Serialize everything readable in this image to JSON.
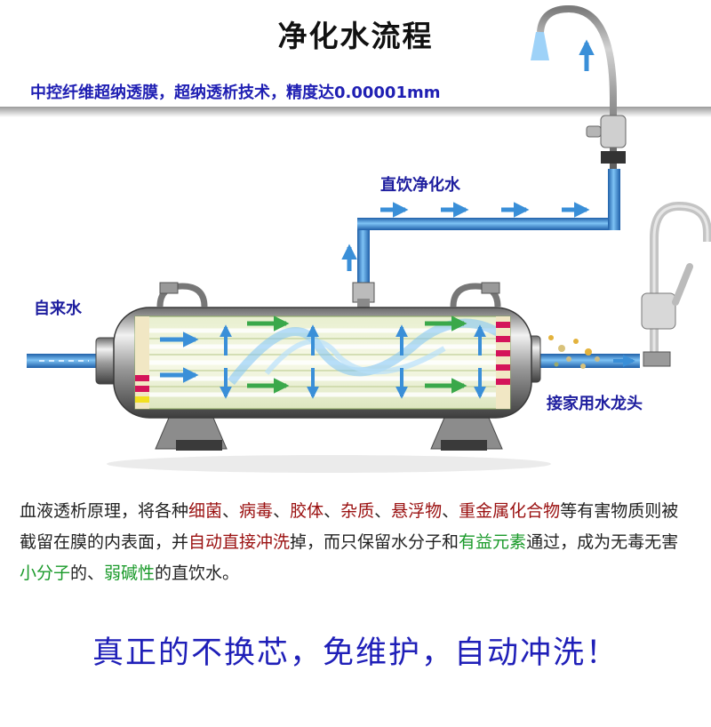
{
  "title": "净化水流程",
  "subtitle": "中控纤维超纳透膜，超纳透析技术，精度达0.00001mm",
  "labels": {
    "direct_water": "直饮净化水",
    "tap_water": "自来水",
    "house_faucet": "接家用水龙头"
  },
  "description": {
    "p1": "血液透析原理，将各种",
    "h1": "细菌",
    "p2": "、",
    "h2": "病毒",
    "p3": "、",
    "h3": "胶体",
    "p4": "、",
    "h4": "杂质",
    "p5": "、",
    "h5": "悬浮物",
    "p6": "、",
    "h6": "重金属化合物",
    "p7": "等有害物质则被截留在膜的内表面，并",
    "h7": "自动直接冲洗",
    "p8": "掉，而只保留水分子和",
    "g1": "有益元素",
    "p9": "通过，成为无毒无害",
    "g2": "小分子",
    "p10": "的、",
    "g3": "弱碱性",
    "p11": "的直饮水。"
  },
  "slogan": "真正的不换芯，免维护，自动冲洗！",
  "colors": {
    "title": "#111111",
    "label_blue": "#1f1f9f",
    "harmful_red": "#9a1010",
    "beneficial_green": "#1a9a2a",
    "water_blue": "#3a8fd8"
  }
}
